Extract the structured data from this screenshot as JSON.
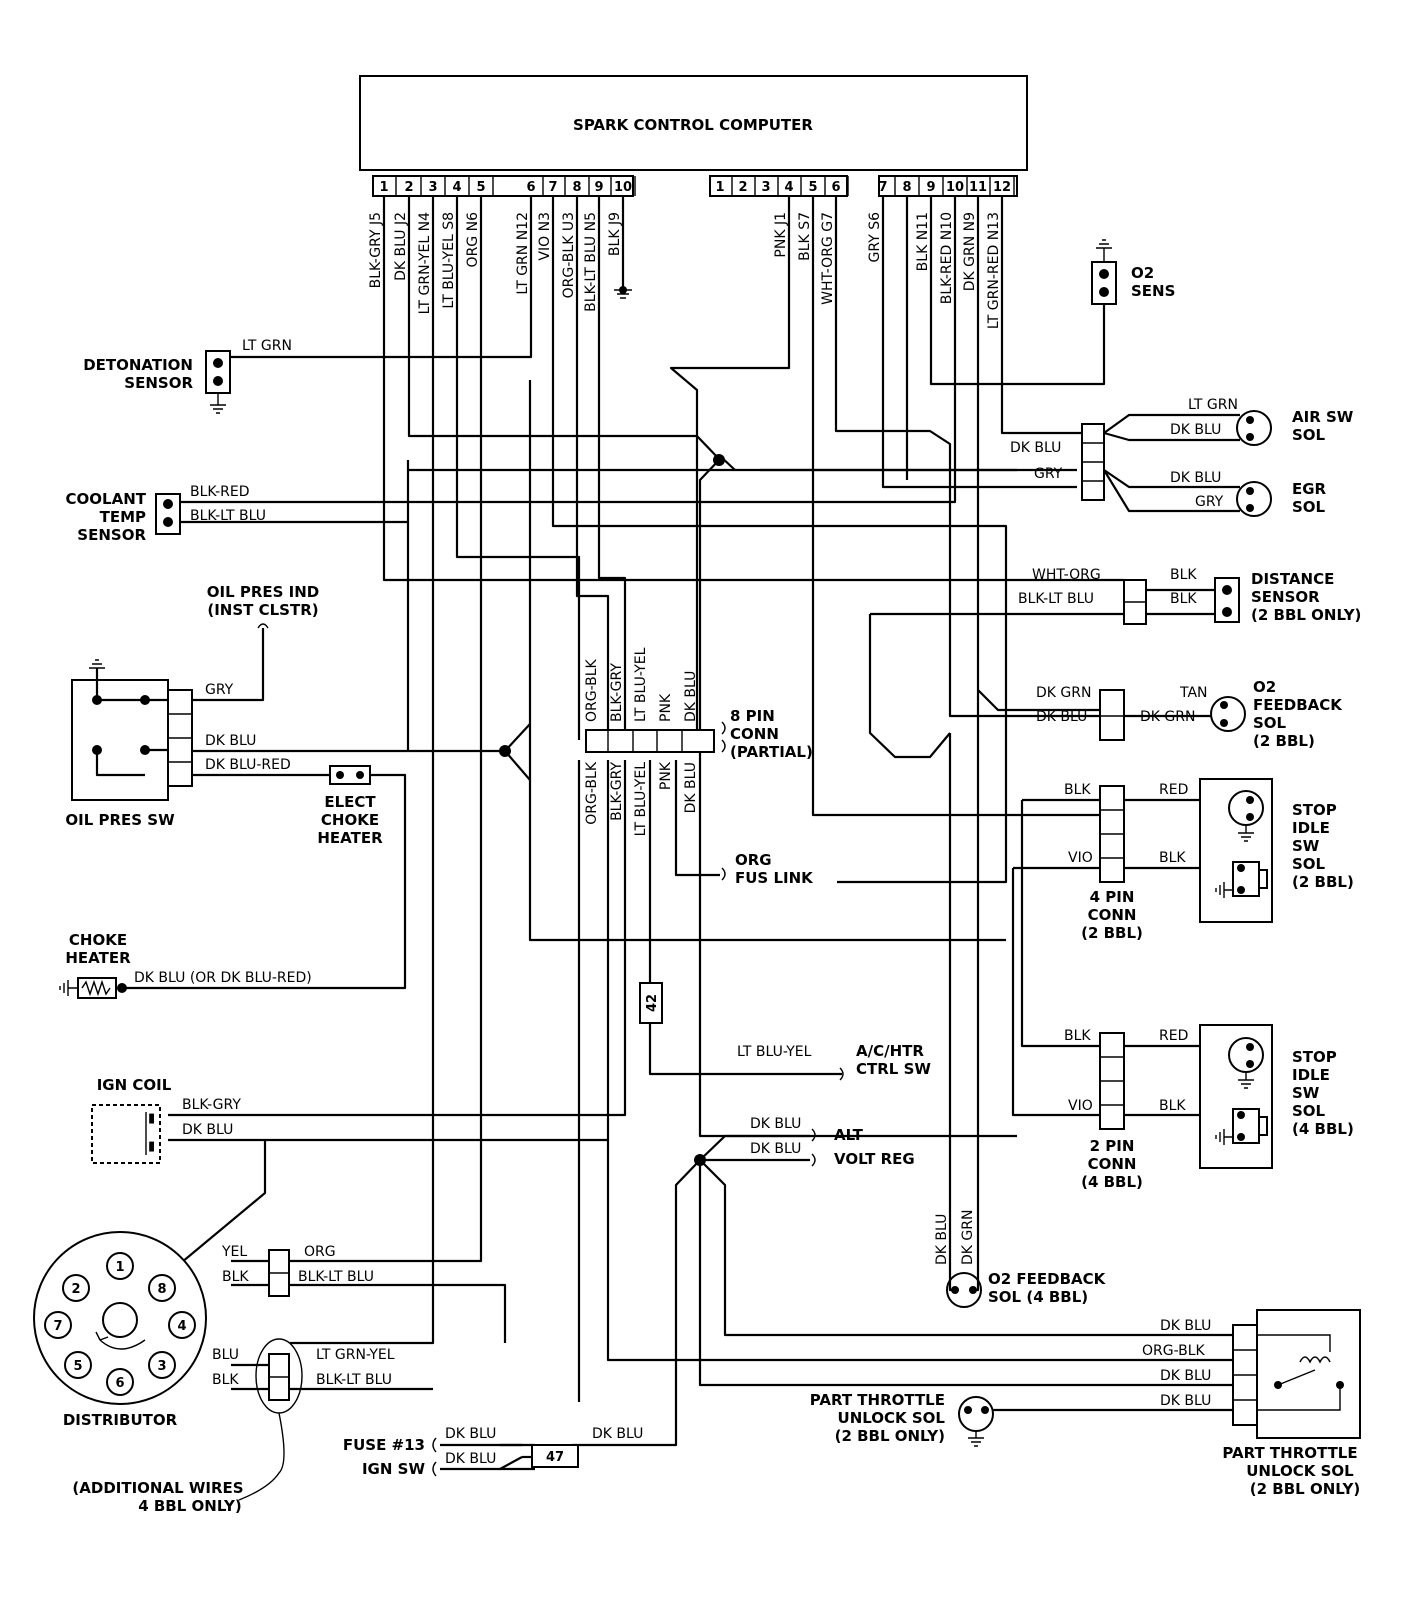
{
  "computer": {
    "title": "SPARK CONTROL COMPUTER",
    "pins_a": [
      "1",
      "2",
      "3",
      "4",
      "5",
      "6",
      "7",
      "8",
      "9",
      "10"
    ],
    "pins_b": [
      "1",
      "2",
      "3",
      "4",
      "5",
      "6",
      "7",
      "8",
      "9",
      "10",
      "11",
      "12"
    ]
  },
  "wires_top": {
    "a": [
      "BLK-GRY J5",
      "DK BLU J2",
      "LT GRN-YEL N4",
      "LT BLU-YEL S8",
      "ORG N6",
      "LT GRN N12",
      "VIO N3",
      "ORG-BLK U3",
      "BLK-LT BLU N5",
      "BLK J9"
    ],
    "b": [
      "PNK J1",
      "BLK S7",
      "WHT-ORG G7",
      "GRY S6",
      "BLK N11",
      "BLK-RED N10",
      "DK GRN N9",
      "LT GRN-RED N13"
    ]
  },
  "components": {
    "o2_sens": [
      "O2",
      "SENS"
    ],
    "detonation": [
      "DETONATION",
      "SENSOR"
    ],
    "coolant": [
      "COOLANT",
      "TEMP",
      "SENSOR"
    ],
    "oil_ind": [
      "OIL PRES IND",
      "(INST CLSTR)"
    ],
    "oil_sw": "OIL PRES SW",
    "elect_choke": [
      "ELECT",
      "CHOKE",
      "HEATER"
    ],
    "choke_heater": [
      "CHOKE",
      "HEATER"
    ],
    "ign_coil": "IGN COIL",
    "distributor": "DISTRIBUTOR",
    "additional": [
      "(ADDITIONAL WIRES",
      "4 BBL ONLY)"
    ],
    "air_sw": [
      "AIR SW",
      "SOL"
    ],
    "egr": [
      "EGR",
      "SOL"
    ],
    "distance": [
      "DISTANCE",
      "SENSOR",
      "(2 BBL ONLY)"
    ],
    "o2_feedback": [
      "O2",
      "FEEDBACK",
      "SOL",
      "(2 BBL)"
    ],
    "stop_idle_2": [
      "STOP",
      "IDLE",
      "SW",
      "SOL",
      "(2 BBL)"
    ],
    "stop_idle_4": [
      "STOP",
      "IDLE",
      "SW",
      "SOL",
      "(4 BBL)"
    ],
    "conn4": [
      "4 PIN",
      "CONN",
      "(2 BBL)"
    ],
    "conn2": [
      "2 PIN",
      "CONN",
      "(4 BBL)"
    ],
    "conn8": [
      "8 PIN",
      "CONN",
      "(PARTIAL)"
    ],
    "org_fus": [
      "ORG",
      "FUS LINK"
    ],
    "ac_htr": [
      "A/C/HTR",
      "CTRL SW"
    ],
    "alt": [
      "ALT",
      "VOLT REG"
    ],
    "o2_fb4": [
      "O2 FEEDBACK",
      "SOL (4 BBL)"
    ],
    "pt_unlock_a": [
      "PART THROTTLE",
      "UNLOCK SOL",
      "(2 BBL ONLY)"
    ],
    "pt_unlock_b": [
      "PART THROTTLE",
      "UNLOCK SOL",
      "(2 BBL ONLY)"
    ],
    "fuse13": "FUSE #13",
    "ign_sw": "IGN SW",
    "n42": "42",
    "n47": "47",
    "dist_terms": [
      "1",
      "2",
      "3",
      "4",
      "5",
      "6",
      "7",
      "8"
    ]
  },
  "wire_labels": {
    "lt_grn": "LT GRN",
    "air_lt_grn": "LT GRN",
    "air_dk_blu": "DK BLU",
    "conn_dk_blu": "DK BLU",
    "conn_gry": "GRY",
    "egr_dk_blu": "DK BLU",
    "egr_gry": "GRY",
    "blk_red": "BLK-RED",
    "blk_lt_blu": "BLK-LT BLU",
    "gry_oil": "GRY",
    "dk_blu_oil": "DK BLU",
    "dk_blu_red": "DK BLU-RED",
    "choke_wire": "DK BLU (OR DK BLU-RED)",
    "wht_org": "WHT-ORG",
    "blk_lt_blu_ds": "BLK-LT BLU",
    "ds_blk1": "BLK",
    "ds_blk2": "BLK",
    "dk_grn": "DK GRN",
    "tan": "TAN",
    "dk_blu_fb": "DK BLU",
    "dk_grn_fb": "DK GRN",
    "blk_4p": "BLK",
    "red_4p": "RED",
    "vio_4p": "VIO",
    "blk_4p2": "BLK",
    "blk_2p": "BLK",
    "red_2p": "RED",
    "vio_2p": "VIO",
    "blk_2p2": "BLK",
    "c8_top": [
      "ORG-BLK",
      "BLK-GRY",
      "LT BLU-YEL",
      "PNK",
      "DK BLU"
    ],
    "c8_bot": [
      "ORG-BLK",
      "BLK-GRY",
      "LT BLU-YEL",
      "PNK",
      "DK BLU"
    ],
    "lt_blu_yel_ac": "LT BLU-YEL",
    "blk_gry_coil": "BLK-GRY",
    "dk_blu_coil": "DK BLU",
    "alt_dk_blu1": "DK BLU",
    "alt_dk_blu2": "DK BLU",
    "yel": "YEL",
    "org": "ORG",
    "blk_d": "BLK",
    "blk_lt_blu_d": "BLK-LT BLU",
    "blu": "BLU",
    "lt_grn_yel": "LT GRN-YEL",
    "blk_d2": "BLK",
    "blk_lt_blu_d2": "BLK-LT BLU",
    "fb4_dk_blu": "DK BLU",
    "fb4_dk_grn": "DK GRN",
    "pt_dk_blu1": "DK BLU",
    "pt_org_blk": "ORG-BLK",
    "pt_dk_blu2": "DK BLU",
    "pt_dk_blu3": "DK BLU",
    "fuse_dk_blu": "DK BLU",
    "ign_dk_blu": "DK BLU",
    "f47_dk_blu": "DK BLU"
  }
}
